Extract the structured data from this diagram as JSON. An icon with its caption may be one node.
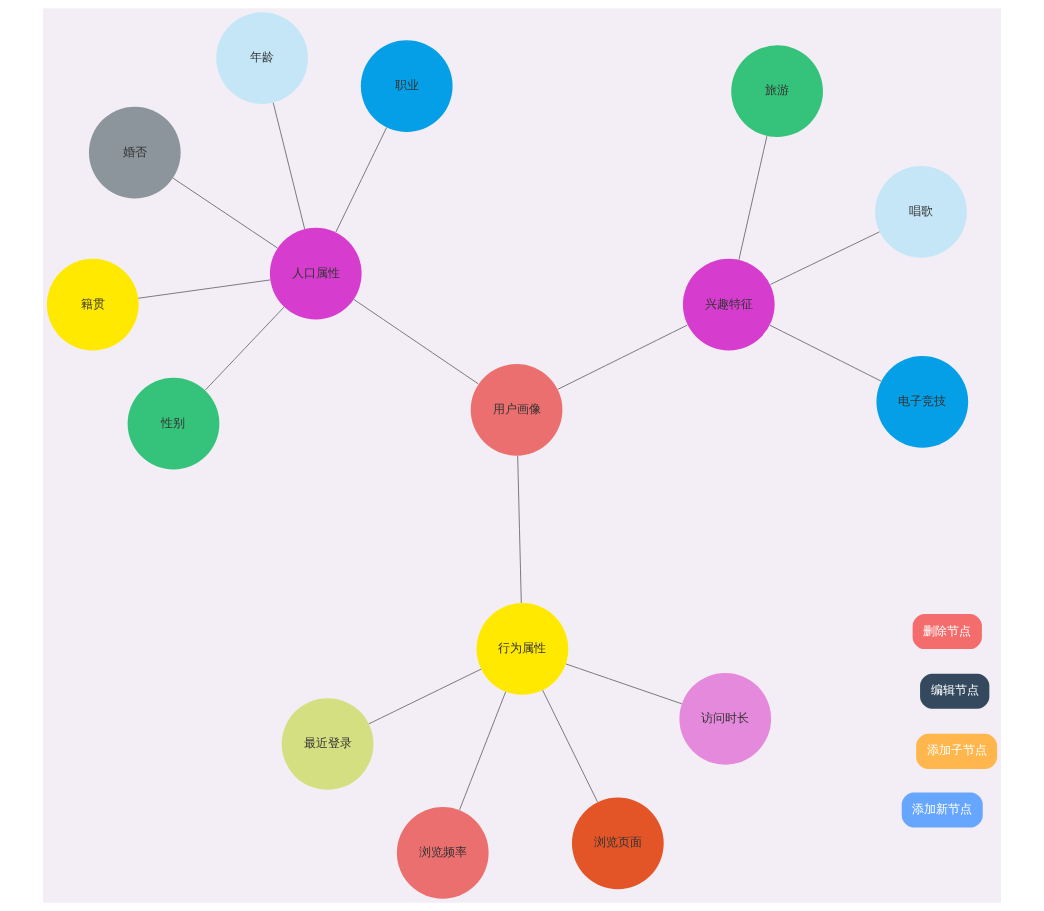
{
  "diagram": {
    "nodes": [
      {
        "text": [
          "添加新节点"
        ]
      },
      {
        "text": [
          "添加子节点"
        ]
      },
      {
        "text": [
          "编辑节点"
        ]
      },
      {
        "text": [
          "删除节点"
        ]
      },
      {
        "text": [
          "用户画像"
        ]
      },
      {
        "text": [
          "人口属性"
        ]
      },
      {
        "text": [
          "性别"
        ]
      },
      {
        "text": [
          "年龄"
        ]
      },
      {
        "text": [
          "职业"
        ]
      },
      {
        "text": [
          "婚否"
        ]
      },
      {
        "text": [
          "籍贯"
        ]
      },
      {
        "text": [
          "行为属性"
        ]
      },
      {
        "text": [
          "浏览频率"
        ]
      },
      {
        "text": [
          "访问时长"
        ]
      },
      {
        "text": [
          "浏览页面"
        ]
      },
      {
        "text": [
          "最近登录"
        ]
      },
      {
        "text": [
          "兴趣特征"
        ]
      },
      {
        "text": [
          "唱歌"
        ]
      },
      {
        "text": [
          "旅游"
        ]
      },
      {
        "text": [
          "电子竞技"
        ]
      }
    ],
    "edges": [
      {
        "from": 4,
        "to": 5,
        "arrow": "none"
      },
      {
        "from": 4,
        "to": 11,
        "arrow": "none"
      },
      {
        "from": 4,
        "to": 16,
        "arrow": "none"
      },
      {
        "from": 5,
        "to": 6,
        "arrow": "none"
      },
      {
        "from": 5,
        "to": 7,
        "arrow": "none"
      },
      {
        "from": 5,
        "to": 8,
        "arrow": "none"
      },
      {
        "from": 5,
        "to": 9,
        "arrow": "none"
      },
      {
        "from": 5,
        "to": 10,
        "arrow": "none"
      },
      {
        "from": 11,
        "to": 12,
        "arrow": "none"
      },
      {
        "from": 11,
        "to": 13,
        "arrow": "none"
      },
      {
        "from": 11,
        "to": 14,
        "arrow": "none"
      },
      {
        "from": 11,
        "to": 15,
        "arrow": "none"
      },
      {
        "from": 16,
        "to": 17,
        "arrow": "none"
      },
      {
        "from": 16,
        "to": 18,
        "arrow": "none"
      },
      {
        "from": 16,
        "to": 19,
        "arrow": "none"
      }
    ]
  }
}
